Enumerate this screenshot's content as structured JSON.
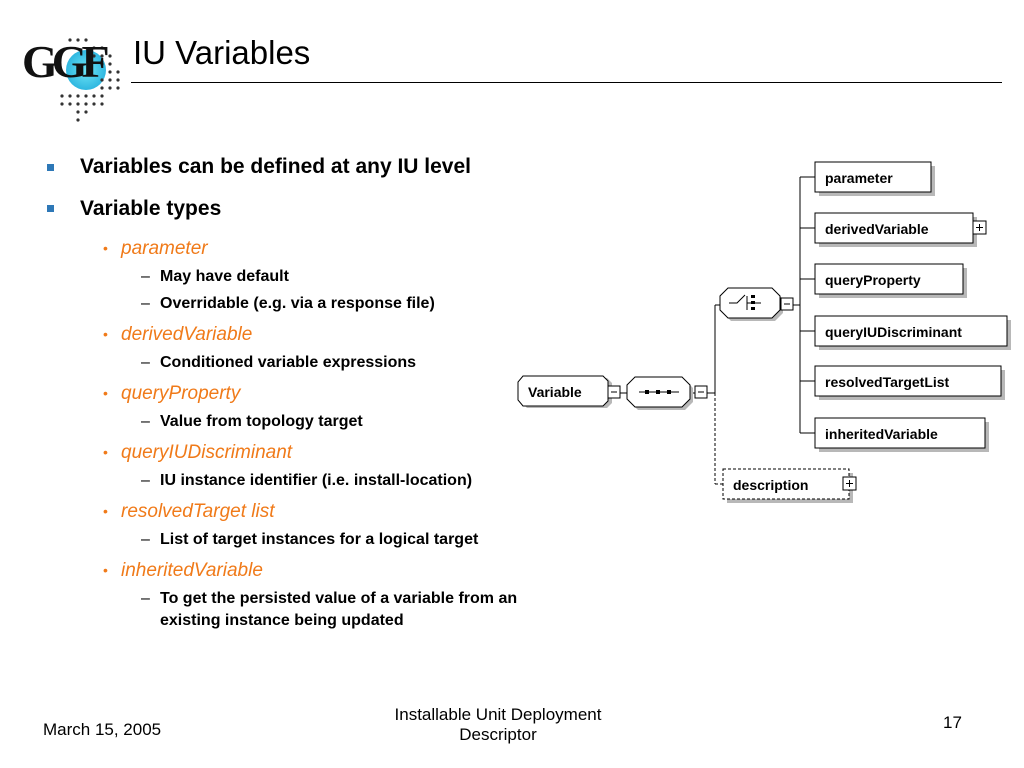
{
  "title": "IU Variables",
  "bullets": [
    {
      "text": "Variables can be defined at any IU level"
    },
    {
      "text": "Variable types"
    }
  ],
  "types": [
    {
      "name": "parameter",
      "details": [
        "May have default",
        "Overridable (e.g. via a response file)"
      ]
    },
    {
      "name": "derivedVariable",
      "details": [
        "Conditioned variable expressions"
      ]
    },
    {
      "name": "queryProperty",
      "details": [
        "Value from topology target"
      ]
    },
    {
      "name": "queryIUDiscriminant",
      "details": [
        "IU instance identifier (i.e. install-location)"
      ]
    },
    {
      "name": "resolvedTarget list",
      "details": [
        "List of target instances for a logical target"
      ]
    },
    {
      "name": "inheritedVariable",
      "details": [
        "To get  the persisted value of a variable from an",
        "existing instance being updated"
      ]
    }
  ],
  "diagram": {
    "root": "Variable",
    "children": [
      "parameter",
      "derivedVariable",
      "queryProperty",
      "queryIUDiscriminant",
      "resolvedTargetList",
      "inheritedVariable"
    ],
    "optional": "description"
  },
  "footer": {
    "date": "March 15, 2005",
    "center_line1": "Installable Unit Deployment",
    "center_line2": "Descriptor",
    "page": "17"
  },
  "colors": {
    "accent": "#f07a19",
    "bullet": "#2e78b7",
    "logo_highlight": "#55d8f0"
  }
}
